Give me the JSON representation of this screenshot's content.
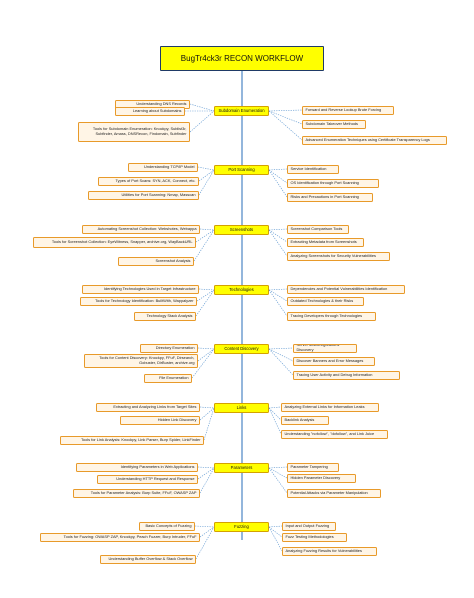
{
  "title": "BugTr4ck3r RECON WORKFLOW",
  "colors": {
    "topic": "#ffff00",
    "leaf_fill": "#fff5e6",
    "leaf_border": "#e89a2a",
    "spine": "#3b7bbf",
    "connector": "#5b95cf"
  },
  "sections": [
    {
      "label": "Subdomain Enumeration",
      "left": [
        "Understanding DNS Records",
        "Learning about Subdomains",
        "Tools for Subdomain Enumeration: Knockpy, Sublist3r, Subfinder, Amass, DNSRecon, Findomain, Subfinder"
      ],
      "right": [
        "Forward and Reverse Lookup Brute Forcing",
        "Subdomain Takeover Methods",
        "Advanced Enumeration Techniques using Certificate Transparency Logs"
      ]
    },
    {
      "label": "Port Scanning",
      "left": [
        "Understanding TCP/IP Model",
        "Types of Port Scans: SYN, ACK, Connect, etc.",
        "Utilities for Port Scanning: Nmap, Masscan"
      ],
      "right": [
        "Service Identification",
        "OS Identification through Port Scanning",
        "Risks and Precautions in Port Scanning"
      ]
    },
    {
      "label": "Screenshots",
      "left": [
        "Automating Screenshot Collection: Webshotes, Webappa",
        "Tools for Screenshot Collection: EyeWitness, Snapper, archive.org, WayBackURL",
        "Screenshot Analysis"
      ],
      "right": [
        "Screenshot Comparison Tools",
        "Extracting Metadata from Screenshots",
        "Analyzing Screenshots for Security Vulnerabilities"
      ]
    },
    {
      "label": "Technologies",
      "left": [
        "Identifying Technologies Used in Target Infrastructure",
        "Tools for Technology Identification: BuiltWith, Wappalyzer",
        "Technology Stack Analysis"
      ],
      "right": [
        "Dependencies and Potential Vulnerabilities Identification",
        "Outdated Technologies & their Risks",
        "Tracing Developers through Technologies"
      ]
    },
    {
      "label": "Content Discovery",
      "left": [
        "Directory Enumeration",
        "Tools for Content Discovery: Knockpy, FFuF, Dirsearch, Gobuster, DirBuster, archive.org",
        "File Enumeration"
      ],
      "right": [
        "Server Misconfigurations Discovery",
        "Discover Banners and Error Messages",
        "Tracing User Activity and Debug Information"
      ]
    },
    {
      "label": "Links",
      "left": [
        "Extracting and Analyzing Links from Target Sites",
        "Hidden Link Discovery",
        "Tools for Link Analysis: Knockpy, Link Parser, Burp Spider, LinkFinder"
      ],
      "right": [
        "Analyzing External Links for Information Leaks",
        "Backlink Analysis",
        "Understanding \"nofollow\", \"dofollow\", and Link Juice"
      ]
    },
    {
      "label": "Parameters",
      "left": [
        "Identifying Parameters in Web Applications",
        "Understanding HTTP Request and Response",
        "Tools for Parameter Analysis: Burp Suite, FFuF, OWASP ZAP"
      ],
      "right": [
        "Parameter Tampering",
        "Hidden Parameter Discovery",
        "Potential Attacks via Parameter Manipulation"
      ]
    },
    {
      "label": "Fuzzing",
      "left": [
        "Basic Concepts of Fuzzing",
        "Tools for Fuzzing: OWASP ZAP, Knockpy, Peach Fuzzer, Burp Intruder, FFuF",
        "Understanding Buffer Overflow & Stack Overflow"
      ],
      "right": [
        "Input and Output Fuzzing",
        "Fuzz Testing Methodologies",
        "Analyzing Fuzzing Results for Vulnerabilities"
      ]
    }
  ]
}
